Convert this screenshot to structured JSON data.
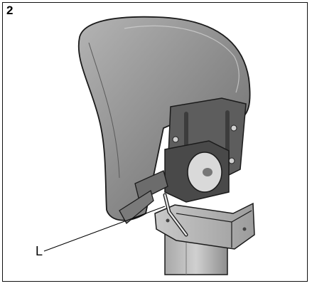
{
  "figure": {
    "step_number": "2",
    "callout_label": "L"
  },
  "illustration": {
    "subject": "headrest-assembly",
    "colors": {
      "cushion_dark": "#6b6b6b",
      "cushion_light": "#a9a9a9",
      "metal": "#b8b8b8",
      "bracket": "#555555",
      "outline": "#1a1a1a"
    }
  }
}
